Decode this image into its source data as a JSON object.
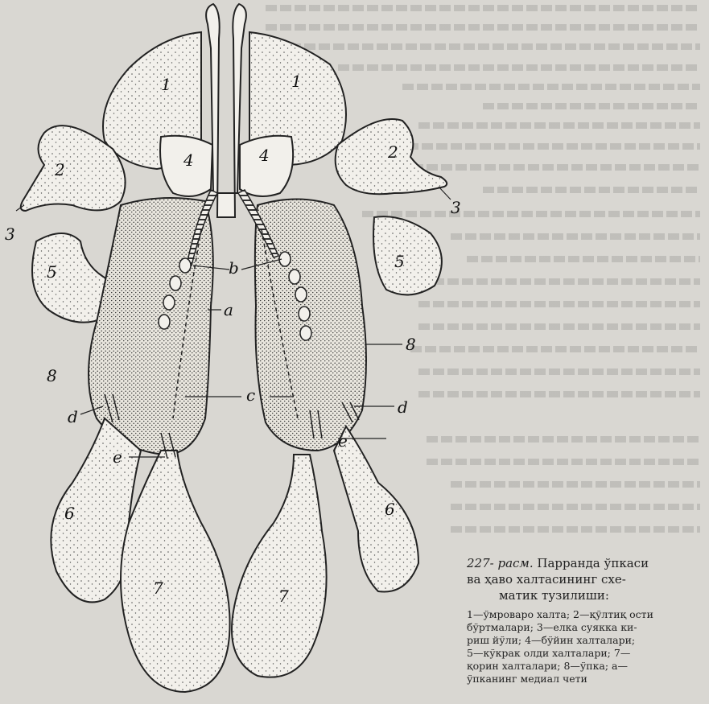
{
  "labels": {
    "1": "1",
    "2": "2",
    "3": "3",
    "4": "4",
    "5": "5",
    "6": "6",
    "7": "7",
    "8": "8",
    "a": "a",
    "b": "b",
    "c": "c",
    "d": "d",
    "e": "e"
  },
  "caption": {
    "number": "227- расм.",
    "title_rest": "Парранда ўпкаси",
    "title_line2": "ва ҳаво халтасининг схе-",
    "title_line3": "матик тузилиши:",
    "legend": "1—ўмроваро халта; 2—қўлтиқ ости\nбўртмалари; 3—елка суякка ки-\nриш йўли; 4—бўйин халталари;\n5—кўкрак олди халталари; 7—\nқорин халталари; 8—ўпка; а—\nўпканинг медиал чети"
  }
}
